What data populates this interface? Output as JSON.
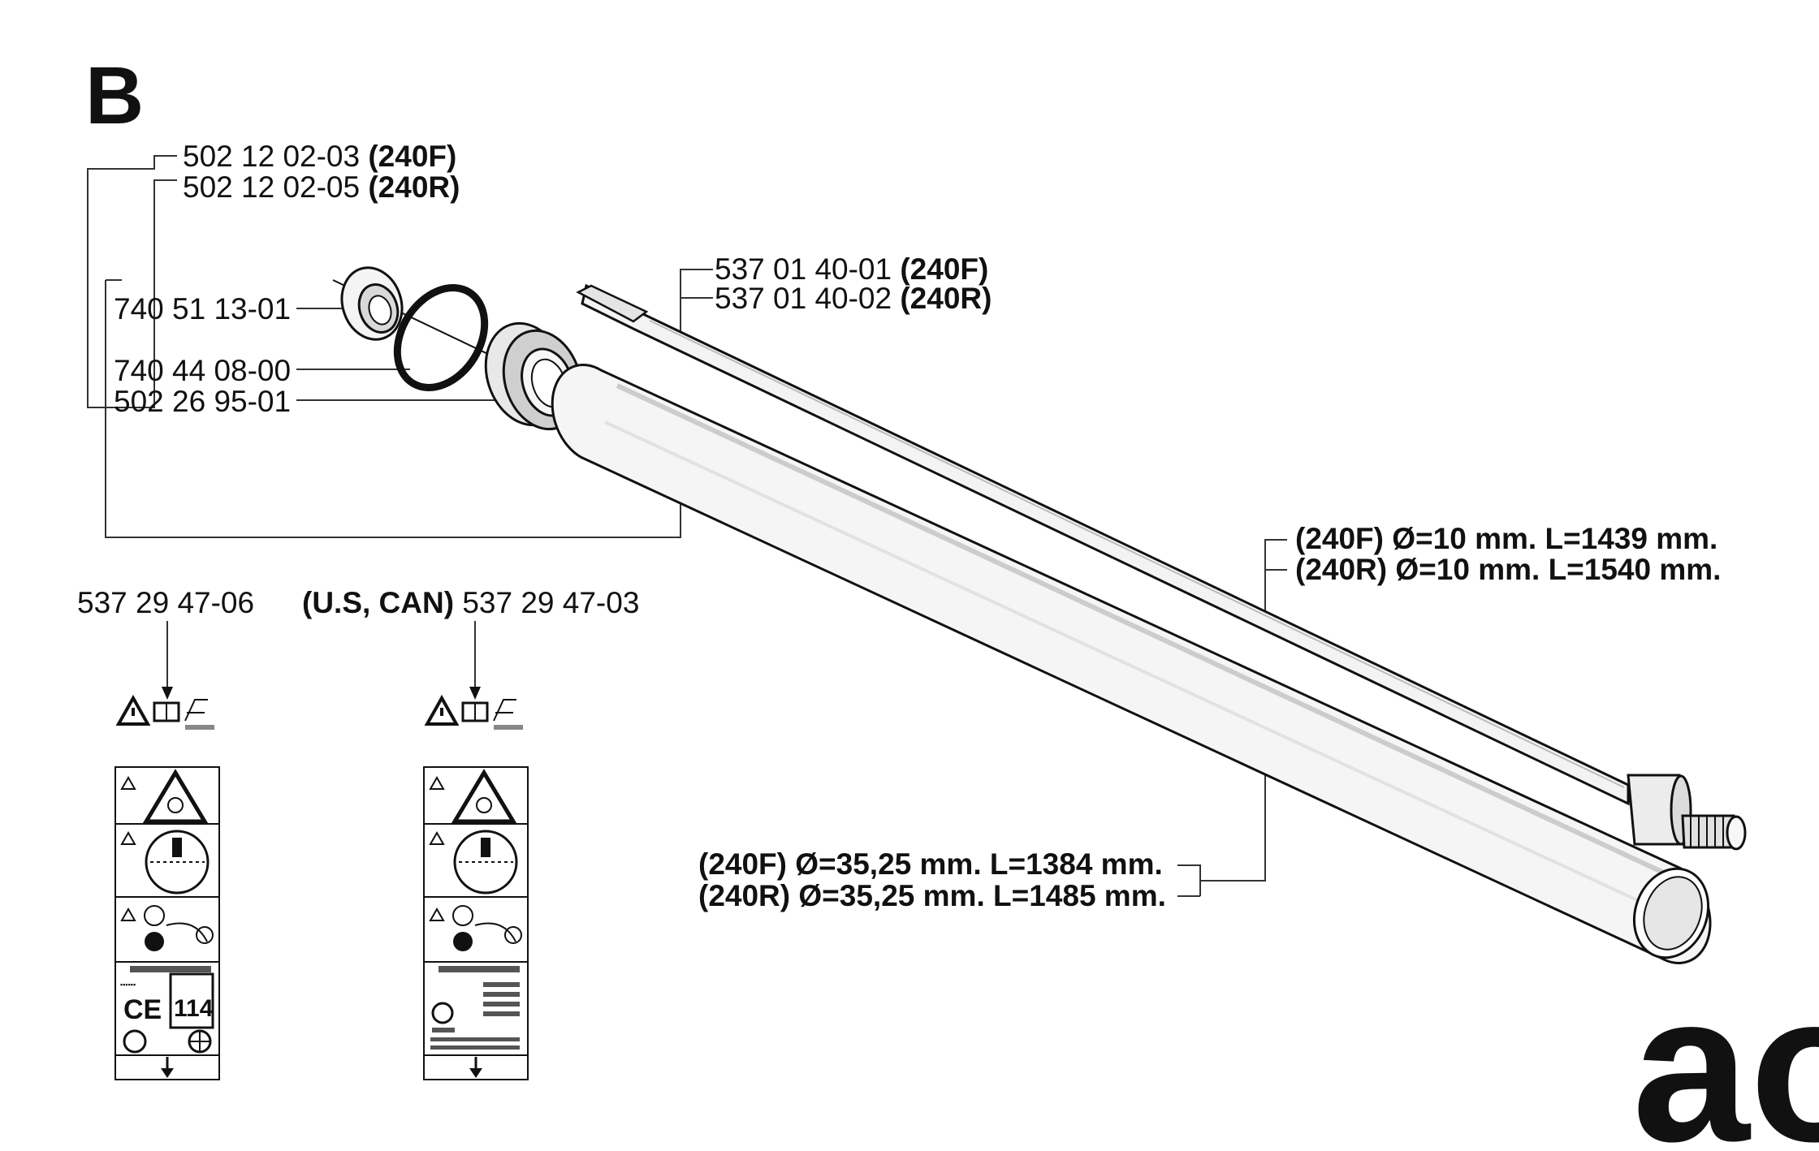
{
  "section": "B",
  "labels": {
    "bearing_kit": {
      "l1_num": "502 12 02-03 ",
      "l1_model": "(240F)",
      "l2_num": "502 12 02-05 ",
      "l2_model": "(240R)"
    },
    "ball_bearing": "740 51 13-01",
    "o_ring": "740 44 08-00",
    "bearing_housing": "502 26 95-01",
    "drive_shaft": {
      "l1_num": "537 01 40-01 ",
      "l1_model": "(240F)",
      "l2_num": "537 01 40-02 ",
      "l2_model": "(240R)"
    },
    "shaft_spec": {
      "l1_model": "(240F)",
      "l1_text": " Ø=10 mm. L=1439 mm.",
      "l2_model": "(240R)",
      "l2_text": " Ø=10 mm. L=1540 mm."
    },
    "tube_spec": {
      "l1_model": "(240F)",
      "l1_text": " Ø=35,25 mm. L=1384 mm.",
      "l2_model": "(240R)",
      "l2_text": " Ø=35,25 mm. L=1485 mm."
    },
    "decal_1": "537 29 47-06",
    "decal_2": {
      "region": "(U.S, CAN)",
      "num": " 537 29 47-03"
    }
  },
  "decals": {
    "ce_mark": "CE",
    "noise_level": "114"
  },
  "watermark": "ao"
}
